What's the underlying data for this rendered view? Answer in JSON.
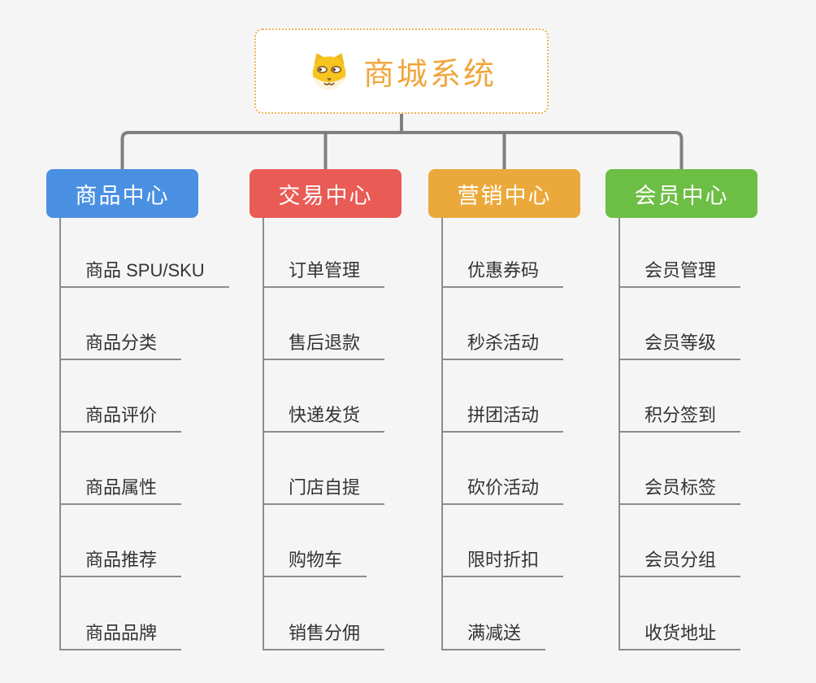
{
  "root": {
    "title": "商城系统",
    "icon": "dog-face-icon"
  },
  "colors": {
    "background": "#f5f5f5",
    "root_accent": "#f0a63c",
    "root_border": "#f0b153",
    "connector_main": "#7f7f7f",
    "connector_child": "#8c8c8c",
    "item_text": "#333333",
    "branch_blue": "#4a90e2",
    "branch_red": "#e95b55",
    "branch_orange": "#eba93b",
    "branch_green": "#6dbe45"
  },
  "branches": [
    {
      "label": "商品中心",
      "color": "#4a90e2",
      "items": [
        "商品 SPU/SKU",
        "商品分类",
        "商品评价",
        "商品属性",
        "商品推荐",
        "商品品牌"
      ]
    },
    {
      "label": "交易中心",
      "color": "#e95b55",
      "items": [
        "订单管理",
        "售后退款",
        "快递发货",
        "门店自提",
        "购物车",
        "销售分佣"
      ]
    },
    {
      "label": "营销中心",
      "color": "#eba93b",
      "items": [
        "优惠券码",
        "秒杀活动",
        "拼团活动",
        "砍价活动",
        "限时折扣",
        "满减送"
      ]
    },
    {
      "label": "会员中心",
      "color": "#6dbe45",
      "items": [
        "会员管理",
        "会员等级",
        "积分签到",
        "会员标签",
        "会员分组",
        "收货地址"
      ]
    }
  ]
}
